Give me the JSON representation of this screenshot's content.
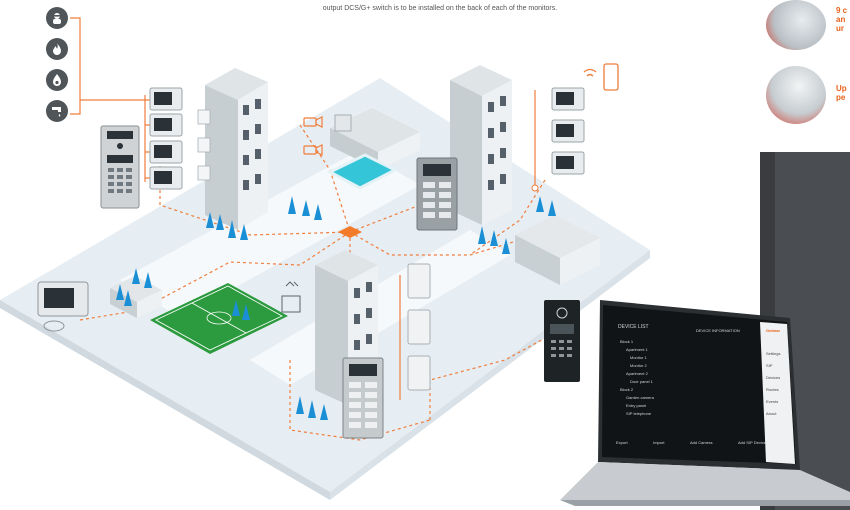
{
  "caption": "output DCS/G+ switch is to be installed on the back of each of the monitors.",
  "hazards": [
    {
      "icon": "thief-icon"
    },
    {
      "icon": "fire-icon"
    },
    {
      "icon": "gas-icon"
    },
    {
      "icon": "water-leak-icon"
    }
  ],
  "features": [
    {
      "lines": [
        "9 c",
        "an",
        "ur"
      ]
    },
    {
      "lines": [
        "Up",
        "pe"
      ]
    }
  ],
  "laptop": {
    "left_title": "DEVICE LIST",
    "right_title": "DEVICE INFORMATION",
    "brand": "Golmar",
    "tree": [
      "Block 1",
      "Apartment 1",
      "Monitor 1",
      "Monitor 2",
      "Apartment 2",
      "Door panel 1",
      "Block 2",
      "Garden camera",
      "Entry panel",
      "SIP telephone"
    ],
    "menu": [
      "Settings",
      "SIP",
      "Devices",
      "Routes",
      "Events",
      "About"
    ],
    "buttons": [
      "Export",
      "Import",
      "Add Camera",
      "Add SIP Device"
    ]
  },
  "colors": {
    "accent": "#e8611a",
    "dashed_line": "#ef7d3c",
    "platform": "#e6eef3",
    "pitch": "#2c9a3e",
    "pool": "#38c7d8",
    "tree": "#1a8fd6"
  }
}
